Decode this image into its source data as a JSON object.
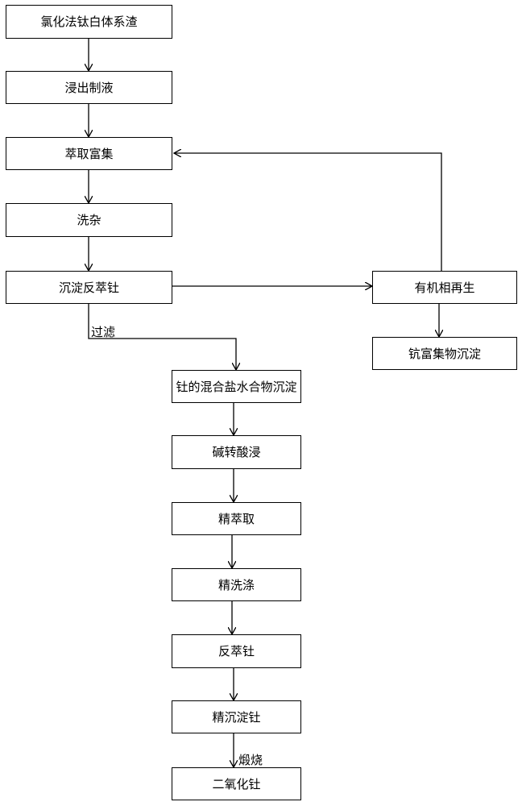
{
  "nodes": {
    "n1": "氯化法钛白体系渣",
    "n2": "浸出制液",
    "n3": "萃取富集",
    "n4": "洗杂",
    "n5": "沉淀反萃钍",
    "n6": "钍的混合盐水合物沉淀",
    "n7": "碱转酸浸",
    "n8": "精萃取",
    "n9": "精洗涤",
    "n10": "反萃钍",
    "n11": "精沉淀钍",
    "n12": "二氧化钍",
    "n13": "有机相再生",
    "n14": "钪富集物沉淀"
  },
  "edge_labels": {
    "filter": "过滤",
    "calcine": "煅烧"
  }
}
